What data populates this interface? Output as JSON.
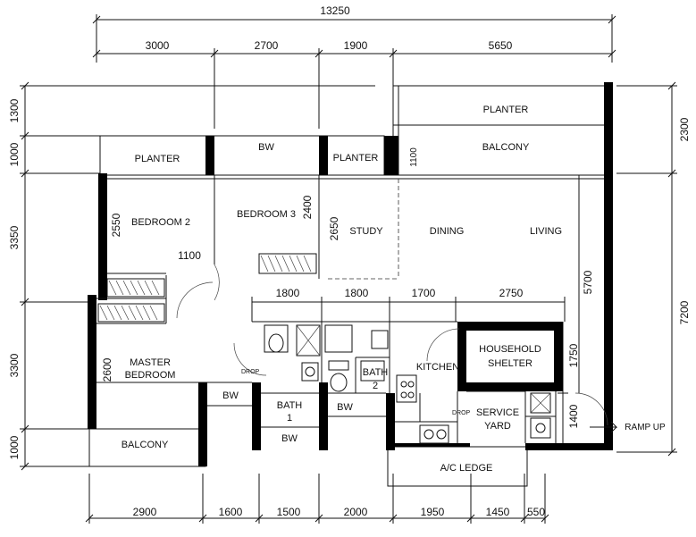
{
  "dimensions": {
    "top_total": "13250",
    "top": [
      "3000",
      "2700",
      "1900",
      "5650"
    ],
    "bottom": [
      "2900",
      "1600",
      "1500",
      "2000",
      "1950",
      "1450",
      "550"
    ],
    "left": [
      "1300",
      "1000",
      "3350",
      "3300",
      "1000"
    ],
    "right": [
      "2300",
      "7200"
    ],
    "inner_row": [
      "1800",
      "1800",
      "1700",
      "2750"
    ],
    "inner_vertical": {
      "bedroom2": "2550",
      "bedroom3": "2400",
      "study": "2650",
      "master": "2600",
      "living": "5700",
      "balcony_small": "1100",
      "shelter": "1750",
      "yard": "1400",
      "corridor": "1100"
    }
  },
  "rooms": {
    "planter_left": "PLANTER",
    "bw_top": "BW",
    "planter_mid": "PLANTER",
    "planter_top_right": "PLANTER",
    "balcony_top": "BALCONY",
    "bedroom2": "BEDROOM 2",
    "bedroom3": "BEDROOM 3",
    "study": "STUDY",
    "dining": "DINING",
    "living": "LIVING",
    "household_shelter_1": "HOUSEHOLD",
    "household_shelter_2": "SHELTER",
    "master_1": "MASTER",
    "master_2": "BEDROOM",
    "kitchen": "KITCHEN",
    "bath2_1": "BATH",
    "bath2_2": "2",
    "bath1_1": "BATH",
    "bath1_2": "1",
    "bw_master": "BW",
    "bw_bath": "BW",
    "bw_bottom": "BW",
    "service_1": "SERVICE",
    "service_2": "YARD",
    "balcony_bottom": "BALCONY",
    "ac_ledge": "A/C LEDGE",
    "ramp_up": "RAMP UP"
  },
  "annotations": {
    "drop": "DROP"
  }
}
